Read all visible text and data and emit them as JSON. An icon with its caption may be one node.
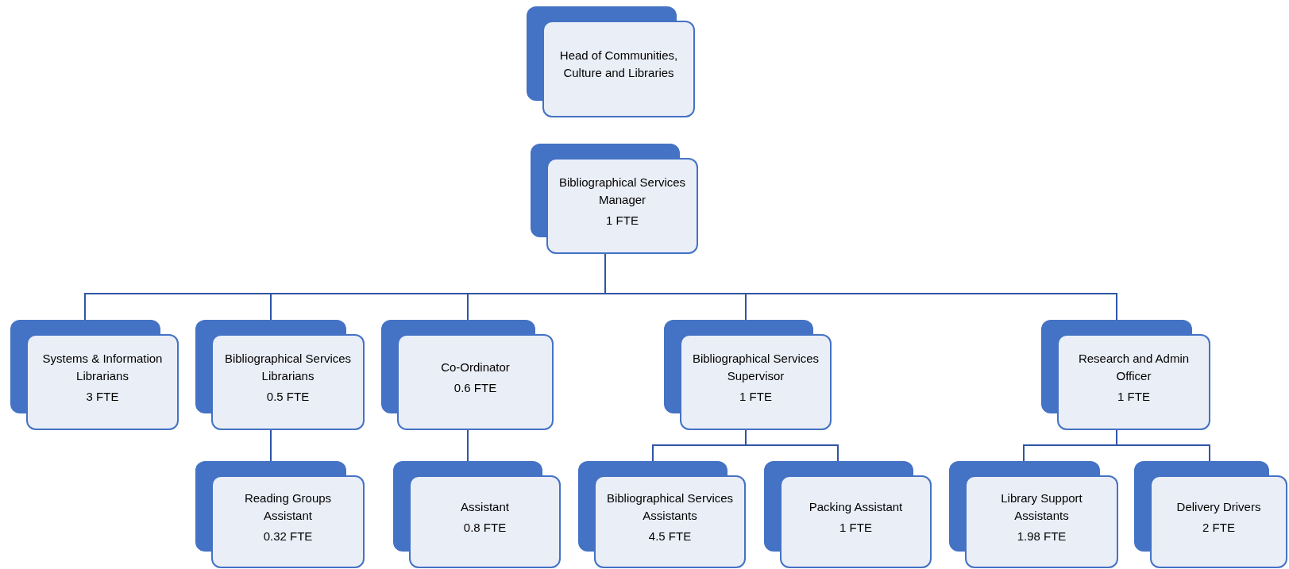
{
  "diagram": {
    "nodes": [
      {
        "text": [
          "Head of Communities, Culture and Libraries"
        ]
      },
      {
        "text": [
          "Bibliographical Services Manager",
          "1 FTE"
        ]
      },
      {
        "text": [
          "Systems & Information Librarians",
          "3 FTE"
        ]
      },
      {
        "text": [
          "Bibliographical Services Librarians",
          "0.5 FTE"
        ]
      },
      {
        "text": [
          "Co-Ordinator",
          "0.6 FTE"
        ]
      },
      {
        "text": [
          "Bibliographical Services Supervisor",
          "1 FTE"
        ]
      },
      {
        "text": [
          "Research and Admin Officer",
          "1 FTE"
        ]
      },
      {
        "text": [
          "Reading Groups Assistant",
          "0.32 FTE"
        ]
      },
      {
        "text": [
          "Assistant",
          "0.8 FTE"
        ]
      },
      {
        "text": [
          "Bibliographical Services Assistants",
          "4.5 FTE"
        ]
      },
      {
        "text": [
          "Packing Assistant",
          "1 FTE"
        ]
      },
      {
        "text": [
          "Library Support Assistants",
          "1.98 FTE"
        ]
      },
      {
        "text": [
          "Delivery Drivers",
          "2 FTE"
        ]
      }
    ],
    "edges": [
      {
        "from": 1,
        "to": 2,
        "arrow": "none"
      },
      {
        "from": 1,
        "to": 3,
        "arrow": "none"
      },
      {
        "from": 1,
        "to": 4,
        "arrow": "none"
      },
      {
        "from": 1,
        "to": 5,
        "arrow": "none"
      },
      {
        "from": 1,
        "to": 6,
        "arrow": "none"
      },
      {
        "from": 3,
        "to": 7,
        "arrow": "none"
      },
      {
        "from": 4,
        "to": 8,
        "arrow": "none"
      },
      {
        "from": 5,
        "to": 9,
        "arrow": "none"
      },
      {
        "from": 5,
        "to": 10,
        "arrow": "none"
      },
      {
        "from": 6,
        "to": 11,
        "arrow": "none"
      },
      {
        "from": 6,
        "to": 12,
        "arrow": "none"
      }
    ]
  }
}
